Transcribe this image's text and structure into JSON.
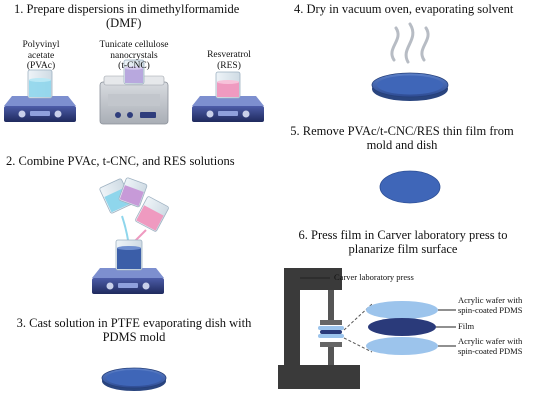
{
  "steps": {
    "s1": "1. Prepare dispersions in dimethylformamide",
    "s1b": "(DMF)",
    "s2": "2. Combine PVAc, t-CNC, and RES solutions",
    "s3a": "3. Cast solution in PTFE evaporating dish with",
    "s3b": "PDMS mold",
    "s4": "4. Dry in vacuum oven, evaporating solvent",
    "s5a": "5. Remove PVAc/t-CNC/RES thin film from",
    "s5b": "mold and dish",
    "s6a": "6. Press film in Carver laboratory press to",
    "s6b": "planarize film surface"
  },
  "reagents": {
    "pvac": [
      "Polyvinyl",
      "acetate",
      "(PVAc)"
    ],
    "cnc": [
      "Tunicate cellulose",
      "nanocrystals",
      "(t-CNC)"
    ],
    "res": [
      "Resveratrol",
      "(RES)"
    ]
  },
  "press": {
    "label": "Carver laboratory press",
    "wafer_top": [
      "Acrylic wafer with",
      "spin-coated PDMS"
    ],
    "film": "Film",
    "wafer_bottom": [
      "Acrylic wafer with",
      "spin-coated PDMS"
    ]
  },
  "colors": {
    "pvac_liquid": "#8fd6ec",
    "cnc_liquid": "#b8a8de",
    "res_liquid": "#ef9ac0",
    "mixed_liquid": "#3b5ea8",
    "film": "#3f66b8",
    "wafer": "#9cc4ec",
    "press_frame": "#3a3a3a",
    "hotplate": "#2f3d7c"
  }
}
